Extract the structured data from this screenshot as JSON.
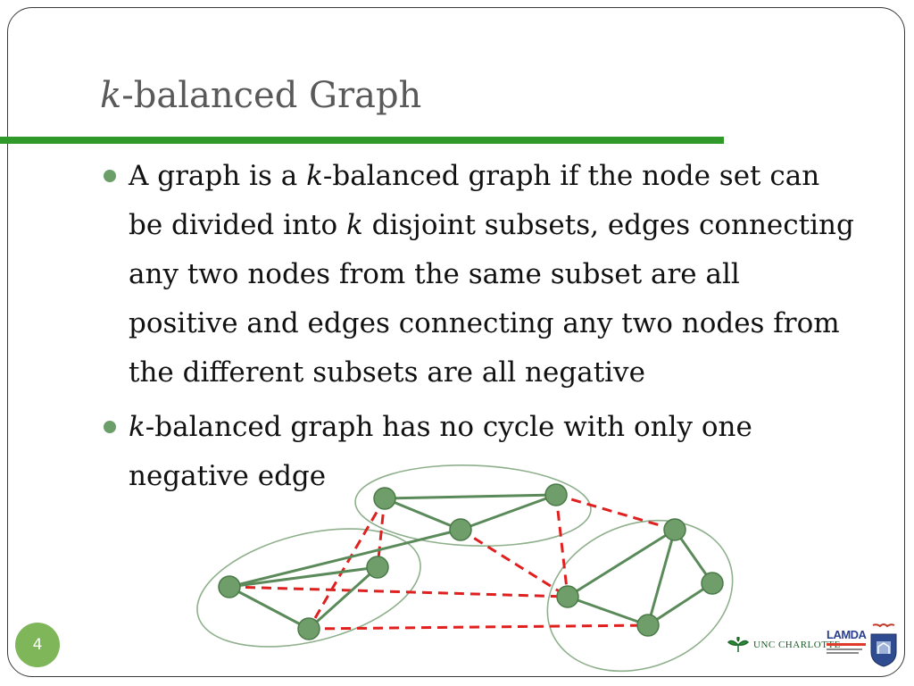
{
  "slide": {
    "title_italic": "k",
    "title_rest": "-balanced Graph",
    "page_number": "4"
  },
  "bullets": [
    {
      "parts": [
        {
          "text": "A graph is a ",
          "italic": false
        },
        {
          "text": "k",
          "italic": true
        },
        {
          "text": "-balanced graph if the node set can be divided into ",
          "italic": false
        },
        {
          "text": "k",
          "italic": true
        },
        {
          "text": " disjoint subsets, edges connecting any two nodes from the same subset are all positive and edges connecting any two nodes from the different subsets are all negative",
          "italic": false
        }
      ]
    },
    {
      "parts": [
        {
          "text": "k",
          "italic": true
        },
        {
          "text": "-balanced graph  has no cycle with only one negative edge",
          "italic": false
        }
      ]
    }
  ],
  "logos": {
    "unc": "UNC CHARLOTTE",
    "lamda": "LAMDA"
  },
  "colors": {
    "accent_green": "#2f9a2a",
    "node_fill": "#6f9e6a",
    "positive_edge": "#5b8a5a",
    "negative_edge": "#e01f1f",
    "page_badge": "#7fb65a"
  },
  "graph": {
    "nodes": [
      "n1",
      "n2",
      "n3",
      "n4",
      "n5",
      "n6",
      "n7",
      "n8",
      "n9",
      "n10"
    ],
    "positive_edges": [
      [
        "n1",
        "n2"
      ],
      [
        "n1",
        "n3"
      ],
      [
        "n2",
        "n3"
      ],
      [
        "n3",
        "n5"
      ],
      [
        "n4",
        "n5"
      ],
      [
        "n4",
        "n6"
      ],
      [
        "n5",
        "n6"
      ],
      [
        "n7",
        "n8"
      ],
      [
        "n7",
        "n10"
      ],
      [
        "n8",
        "n9"
      ],
      [
        "n8",
        "n10"
      ],
      [
        "n9",
        "n10"
      ]
    ],
    "negative_edges": [
      [
        "n1",
        "n4"
      ],
      [
        "n1",
        "n6"
      ],
      [
        "n2",
        "n8"
      ],
      [
        "n2",
        "n7"
      ],
      [
        "n3",
        "n7"
      ],
      [
        "n5",
        "n7"
      ],
      [
        "n6",
        "n10"
      ]
    ]
  }
}
